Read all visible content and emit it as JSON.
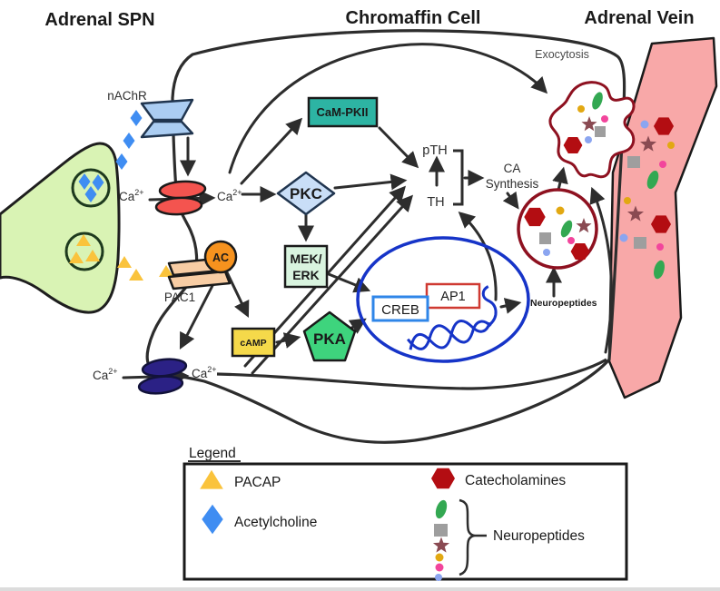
{
  "titles": {
    "left": "Adrenal SPN",
    "center": "Chromaffin Cell",
    "right": "Adrenal Vein"
  },
  "labels": {
    "nachr": "nAChR",
    "ca": "Ca",
    "ca_sup": "2+",
    "pac1": "PAC1",
    "ac": "AC",
    "campkii": "CaM-PKII",
    "pkc": "PKC",
    "mek_line1": "MEK/",
    "mek_line2": "ERK",
    "camp": "cAMP",
    "pka": "PKA",
    "creb": "CREB",
    "ap1": "AP1",
    "pth": "pTH",
    "th": "TH",
    "ca_synth_line1": "CA",
    "ca_synth_line2": "Synthesis",
    "neuropeptides": "Neuropeptides",
    "exocytosis": "Exocytosis"
  },
  "legend": {
    "title": "Legend",
    "pacap": "PACAP",
    "acetylcholine": "Acetylcholine",
    "catecholamines": "Catecholamines",
    "neuropeptides": "Neuropeptides"
  },
  "colors": {
    "line": "#2d2d2d",
    "neuron": "#d9f3b4",
    "nachr": "#abcdf2",
    "channel_red": "#f4544f",
    "channel_navy": "#2b2185",
    "ac_orange": "#f6921e",
    "pac1_peach": "#f8cda4",
    "campkii_teal": "#2db4a3",
    "pkc_blue": "#c9def7",
    "pkc_text": "#1f4368",
    "mek_green": "#d9f4df",
    "camp_yellow": "#f5d94a",
    "pka_green": "#3ed47d",
    "nucleus_blue": "#1634c8",
    "creb_border": "#2f86e8",
    "ap1_border": "#cf3a32",
    "vesicle_red": "#8e1120",
    "hexagon_red": "#b30d12",
    "star_maroon": "#8a4a52",
    "pep_green": "#33a852",
    "pep_gray": "#9e9e9e",
    "dot_yellow": "#e2a812",
    "dot_pink": "#f2459c",
    "dot_blue": "#8ba5f0",
    "ach_blue": "#3f8df2",
    "pacap_yellow": "#fac33c",
    "vein_pink": "#f8a8a8",
    "white": "#ffffff"
  }
}
